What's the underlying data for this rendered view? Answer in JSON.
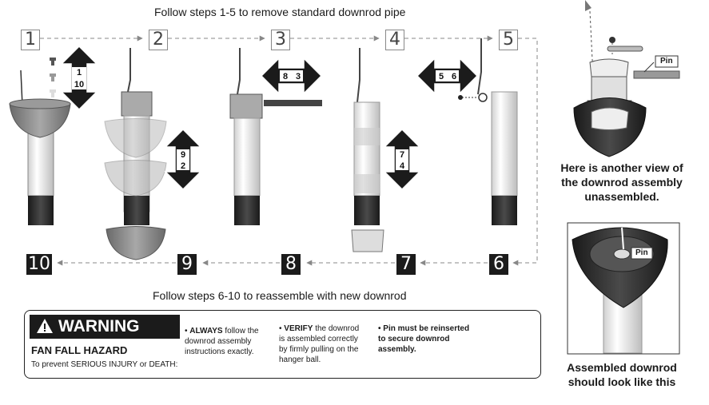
{
  "top_caption": "Follow steps 1-5 to remove standard downrod pipe",
  "bottom_caption": "Follow steps 6-10 to reassemble with new downrod",
  "steps_top": [
    "1",
    "2",
    "3",
    "4",
    "5"
  ],
  "steps_bottom": [
    "10",
    "9",
    "8",
    "7",
    "6"
  ],
  "arrow_labels": {
    "a1": "1",
    "a10": "10",
    "a9": "9",
    "a2": "2",
    "a8": "8",
    "a3": "3",
    "a7": "7",
    "a4": "4",
    "a5": "5",
    "a6": "6"
  },
  "side_view": {
    "pin_label": "Pin",
    "text": "Here is another view of the downrod assembly unassembled."
  },
  "assembled_view": {
    "pin_label": "Pin",
    "text": "Assembled downrod should look like this"
  },
  "warning": {
    "title": "WARNING",
    "hazard": "FAN FALL HAZARD",
    "sub": "To prevent SERIOUS INJURY or DEATH:",
    "b1_bold": "ALWAYS",
    "b1_rest": "follow the downrod assembly instructions exactly.",
    "b2_bold": "VERIFY",
    "b2_rest": "the downrod is assembled correctly by firmly pulling on the hanger ball.",
    "b3": "Pin must be reinserted to secure downrod assembly."
  }
}
